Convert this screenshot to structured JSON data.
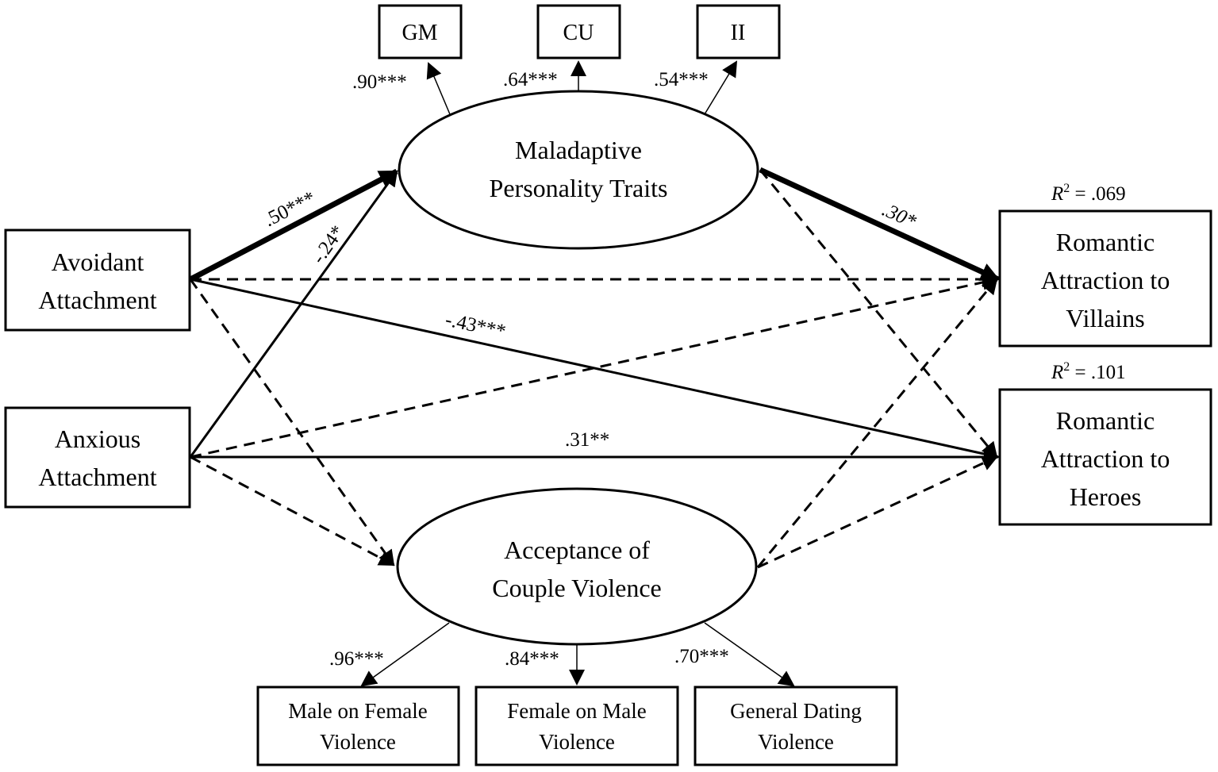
{
  "nodes": {
    "avoidant": {
      "lines": [
        "Avoidant",
        "Attachment"
      ]
    },
    "anxious": {
      "lines": [
        "Anxious",
        "Attachment"
      ]
    },
    "maladaptive": {
      "lines": [
        "Maladaptive",
        "Personality Traits"
      ]
    },
    "acceptance": {
      "lines": [
        "Acceptance of",
        "Couple Violence"
      ]
    },
    "villains": {
      "lines": [
        "Romantic",
        "Attraction to",
        "Villains"
      ]
    },
    "heroes": {
      "lines": [
        "Romantic",
        "Attraction to",
        "Heroes"
      ]
    }
  },
  "indicators": {
    "gm": "GM",
    "cu": "CU",
    "ii": "II",
    "male_on_female": [
      "Male on Female",
      "Violence"
    ],
    "female_on_male": [
      "Female on Male",
      "Violence"
    ],
    "general_dating": [
      "General Dating",
      "Violence"
    ]
  },
  "loadings": {
    "gm": ".90***",
    "cu": ".64***",
    "ii": ".54***",
    "male_on_female": ".96***",
    "female_on_male": ".84***",
    "general_dating": ".70***"
  },
  "paths": {
    "avoidant_to_maladaptive": ".50***",
    "anxious_to_maladaptive": "-.24*",
    "maladaptive_to_villains": ".30*",
    "avoidant_to_heroes": "-.43***",
    "anxious_to_heroes": ".31**"
  },
  "r_squared": {
    "villains": {
      "symbol": "R",
      "exp": "2",
      "value": " = .069"
    },
    "heroes": {
      "symbol": "R",
      "exp": "2",
      "value": " = .101"
    }
  }
}
